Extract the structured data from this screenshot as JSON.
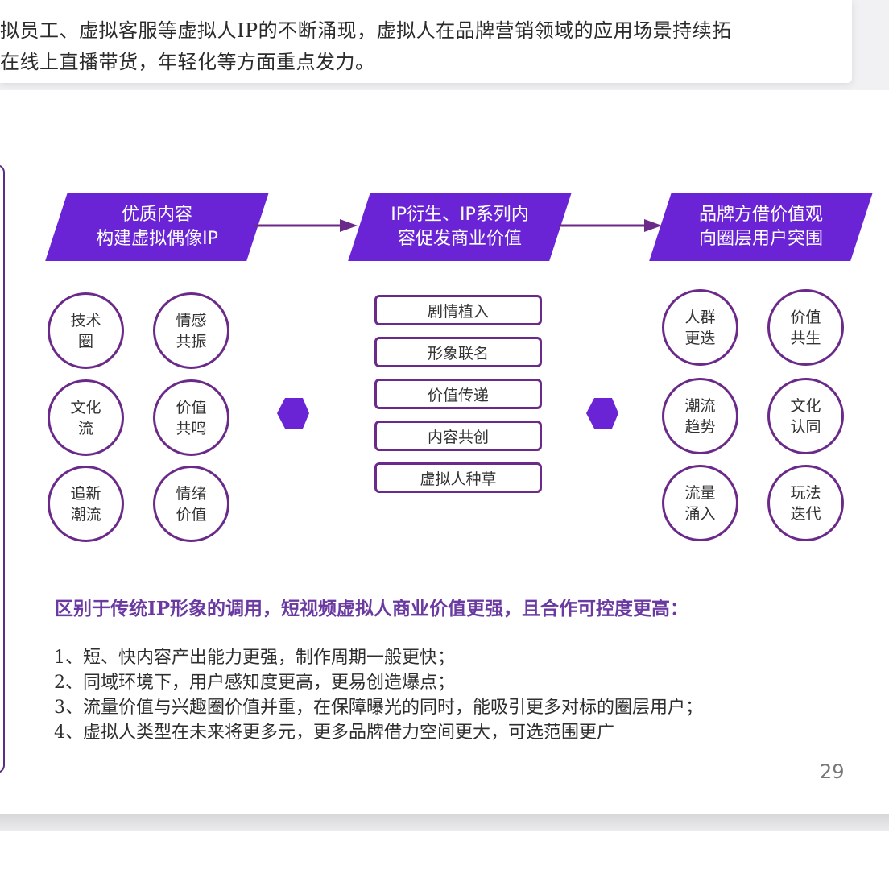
{
  "top_text": {
    "line1": "拟员工、虚拟客服等虚拟人IP的不断涌现，虚拟人在品牌营销领域的应用场景持续拓",
    "line2": "在线上直播带货，年轻化等方面重点发力。"
  },
  "flow": {
    "stage1": {
      "line1": "优质内容",
      "line2": "构建虚拟偶像IP"
    },
    "stage2": {
      "line1": "IP衍生、IP系列内",
      "line2": "容促发商业价值"
    },
    "stage3": {
      "line1": "品牌方借价值观",
      "line2": "向圈层用户突围"
    }
  },
  "left_circles": [
    {
      "l1": "技术",
      "l2": "圈"
    },
    {
      "l1": "情感",
      "l2": "共振"
    },
    {
      "l1": "文化",
      "l2": "流"
    },
    {
      "l1": "价值",
      "l2": "共鸣"
    },
    {
      "l1": "追新",
      "l2": "潮流"
    },
    {
      "l1": "情绪",
      "l2": "价值"
    }
  ],
  "middle_items": [
    "剧情植入",
    "形象联名",
    "价值传递",
    "内容共创",
    "虚拟人种草"
  ],
  "right_circles": [
    {
      "l1": "人群",
      "l2": "更迭"
    },
    {
      "l1": "价值",
      "l2": "共生"
    },
    {
      "l1": "潮流",
      "l2": "趋势"
    },
    {
      "l1": "文化",
      "l2": "认同"
    },
    {
      "l1": "流量",
      "l2": "涌入"
    },
    {
      "l1": "玩法",
      "l2": "迭代"
    }
  ],
  "headline": "区别于传统IP形象的调用，短视频虚拟人商业价值更强，且合作可控度更高：",
  "points": [
    "1、短、快内容产出能力更强，制作周期一般更快；",
    "2、同域环境下，用户感知度更高，更易创造爆点；",
    "3、流量价值与兴趣圈价值并重，在保障曝光的同时，能吸引更多对标的圈层用户；",
    "4、虚拟人类型在未来将更多元，更多品牌借力空间更大，可选范围更广"
  ],
  "page_number": "29",
  "colors": {
    "accent": "#6a24d6",
    "outline": "#6b2a8a",
    "headline": "#6a3aa0"
  }
}
